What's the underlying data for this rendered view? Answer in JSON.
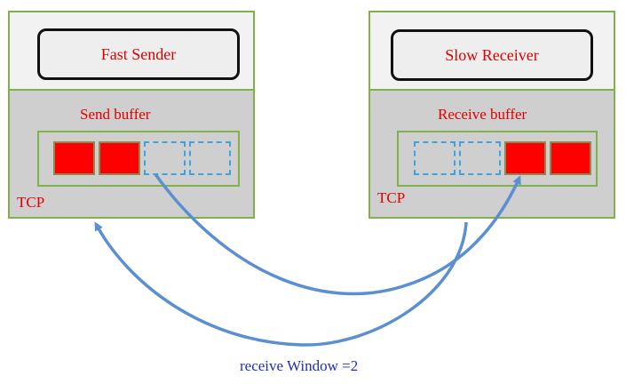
{
  "sender": {
    "app_label": "Fast Sender",
    "buffer_label": "Send buffer",
    "layer_label": "TCP",
    "slots": [
      "full",
      "full",
      "empty",
      "empty"
    ]
  },
  "receiver": {
    "app_label": "Slow Receiver",
    "buffer_label": "Receive buffer",
    "layer_label": "TCP",
    "slots": [
      "empty",
      "empty",
      "full",
      "full"
    ]
  },
  "window_label": "receive Window =2",
  "colors": {
    "border": "#7fb24a",
    "filled_slot": "#ff0000",
    "empty_slot_border": "#3aa3e0",
    "arrow": "#5b8fd1",
    "text_red": "#e00000",
    "text_blue": "#1f2fb8"
  }
}
